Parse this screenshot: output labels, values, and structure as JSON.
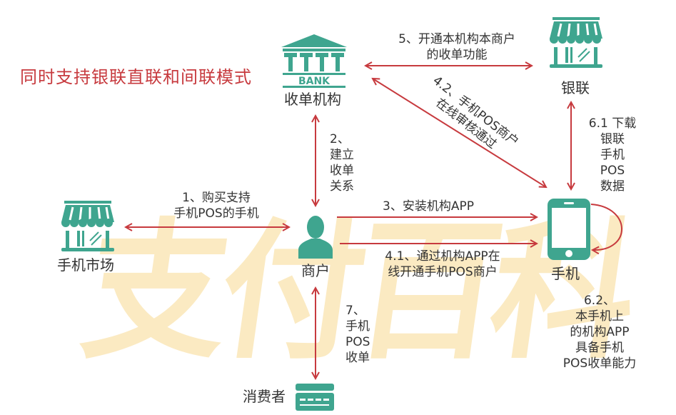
{
  "title": "同时支持银联直联和间联模式",
  "watermark": "支付百科",
  "colors": {
    "accent_red": "#c73a3e",
    "icon_teal": "#3fa58f",
    "watermark_yellow": "#fbe9bf",
    "text": "#333333"
  },
  "nodes": {
    "acquirer": {
      "label": "收单机构",
      "icon": "bank-icon",
      "icon_text": "BANK"
    },
    "unionpay": {
      "label": "银联",
      "icon": "storefront-icon"
    },
    "phone_market": {
      "label": "手机市场",
      "icon": "storefront-icon"
    },
    "merchant": {
      "label": "商户",
      "icon": "person-icon"
    },
    "phone": {
      "label": "手机",
      "icon": "smartphone-icon"
    },
    "consumer": {
      "label": "消费者",
      "icon": "credit-card-icon"
    }
  },
  "steps": {
    "s1": {
      "line1": "1、购买支持",
      "line2": "手机POS的手机"
    },
    "s2": {
      "line1": "2、",
      "line2": "建立",
      "line3": "收单",
      "line4": "关系"
    },
    "s3": {
      "line1": "3、安装机构APP"
    },
    "s41": {
      "line1": "4.1、通过机构APP在",
      "line2": "线开通手机POS商户"
    },
    "s42": {
      "line1": "4.2、手机POS商户",
      "line2": "在线审核通过"
    },
    "s5": {
      "line1": "5、开通本机构本商户",
      "line2": "的收单功能"
    },
    "s61": {
      "line1": "6.1 下载",
      "line2": "银联",
      "line3": "手机",
      "line4": "POS",
      "line5": "数据"
    },
    "s62": {
      "line1": "6.2、",
      "line2": "本手机上",
      "line3": "的机构APP",
      "line4": "具备手机",
      "line5": "POS收单能力"
    },
    "s7": {
      "line1": "7、",
      "line2": "手机",
      "line3": "POS",
      "line4": "收单"
    }
  }
}
